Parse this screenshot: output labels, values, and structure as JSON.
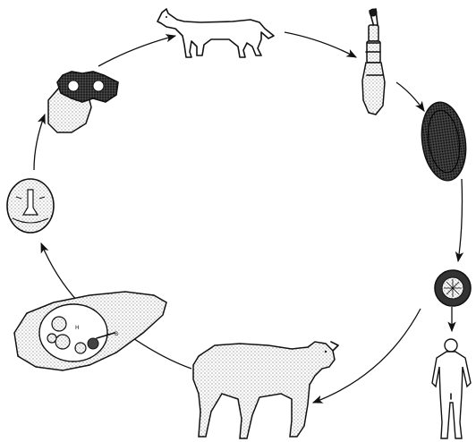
{
  "diagram": {
    "type": "life-cycle",
    "stages": [
      {
        "id": "dog-definitive-host",
        "icon": "dog-icon"
      },
      {
        "id": "adult-tapeworm",
        "icon": "tapeworm-icon"
      },
      {
        "id": "egg",
        "icon": "egg-icon"
      },
      {
        "id": "embryonated-egg",
        "icon": "embryonated-egg-icon"
      },
      {
        "id": "human-accidental-host",
        "icon": "human-icon"
      },
      {
        "id": "sheep-intermediate-host",
        "icon": "sheep-icon"
      },
      {
        "id": "hydatid-cyst-in-liver",
        "icon": "liver-cyst-icon"
      },
      {
        "id": "protoscolex",
        "icon": "protoscolex-icon"
      },
      {
        "id": "evaginated-protoscolex",
        "icon": "evaginated-protoscolex-icon"
      }
    ],
    "arrows": [
      {
        "from": "dog-definitive-host",
        "to": "adult-tapeworm"
      },
      {
        "from": "adult-tapeworm",
        "to": "egg"
      },
      {
        "from": "egg",
        "to": "embryonated-egg"
      },
      {
        "from": "embryonated-egg",
        "to": "human-accidental-host"
      },
      {
        "from": "embryonated-egg",
        "to": "sheep-intermediate-host"
      },
      {
        "from": "sheep-intermediate-host",
        "to": "hydatid-cyst-in-liver"
      },
      {
        "from": "hydatid-cyst-in-liver",
        "to": "protoscolex"
      },
      {
        "from": "protoscolex",
        "to": "evaginated-protoscolex"
      },
      {
        "from": "evaginated-protoscolex",
        "to": "dog-definitive-host"
      }
    ],
    "cyst_labels": [
      "H",
      "B"
    ]
  }
}
